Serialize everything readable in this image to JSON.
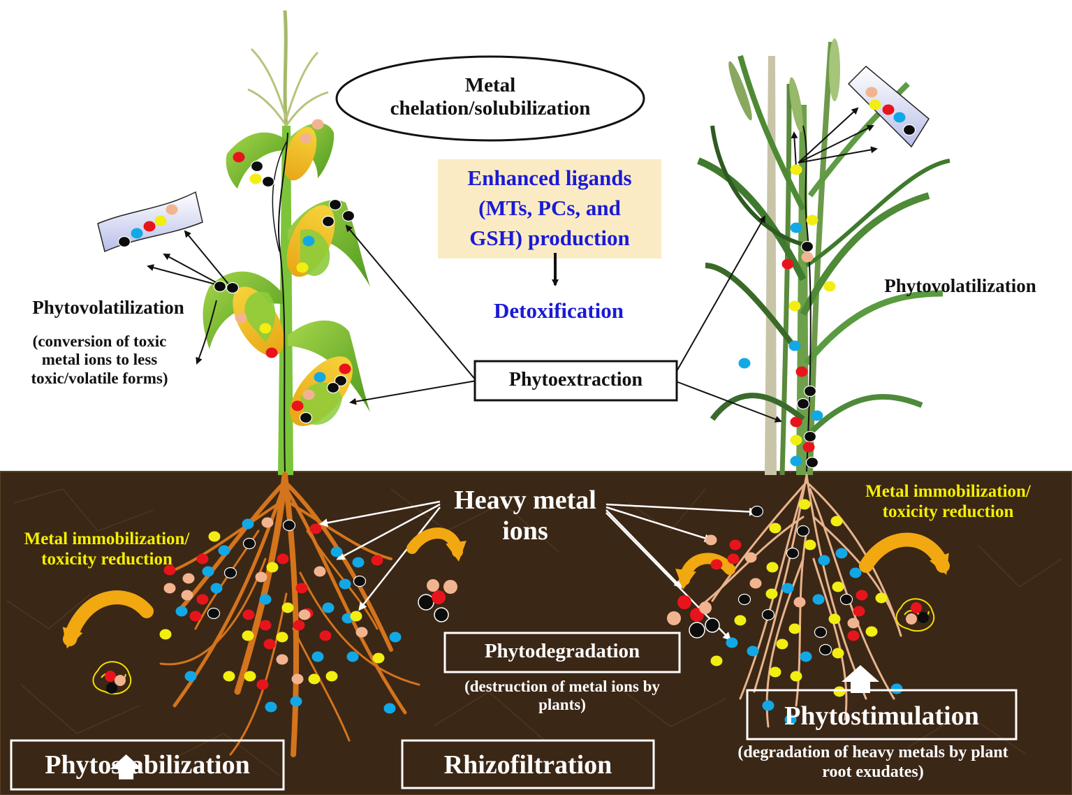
{
  "labels": {
    "chelation_line1": "Metal",
    "chelation_line2": "chelation/solubilization",
    "ligands_line1": "Enhanced ligands",
    "ligands_line2": "(MTs, PCs, and",
    "ligands_line3": "GSH) production",
    "detox": "Detoxification",
    "phytovol_left": "Phytovolatilization",
    "phytovol_left_desc1": "(conversion of toxic",
    "phytovol_left_desc2": "metal ions to less",
    "phytovol_left_desc3": "toxic/volatile forms)",
    "phytovol_right": "Phytovolatilization",
    "phytoextraction": "Phytoextraction",
    "heavy_metal_line1": "Heavy metal",
    "heavy_metal_line2": "ions",
    "immob_left_line1": "Metal immobilization/",
    "immob_left_line2": "toxicity reduction",
    "immob_right_line1": "Metal immobilization/",
    "immob_right_line2": "toxicity reduction",
    "phytodegradation": "Phytodegradation",
    "phytodeg_desc1": "(destruction of  metal ions by",
    "phytodeg_desc2": "plants)",
    "phytostimulation": "Phytostimulation",
    "phytostim_desc1": "(degradation of  heavy metals by plant",
    "phytostim_desc2": "root exudates)",
    "phytostabilization": "Phytostabilization",
    "rhizofiltration": "Rhizofiltration"
  },
  "colors": {
    "soil": "#3b2716",
    "metal_red": "#e8141c",
    "metal_blue": "#12a8e6",
    "metal_yellow": "#f2ee12",
    "metal_black": "#0c0c0c",
    "metal_peach": "#f2b490",
    "arrow_orange": "#f2a810",
    "corn_green": "#6cbc2c",
    "wheat_green": "#4f7a3a",
    "root_orange": "#d4741c",
    "root_peach": "#e8b48c",
    "label_blue": "#1a1ad6",
    "label_yellow": "#f4f000",
    "ligand_box": "#fbebc4"
  }
}
